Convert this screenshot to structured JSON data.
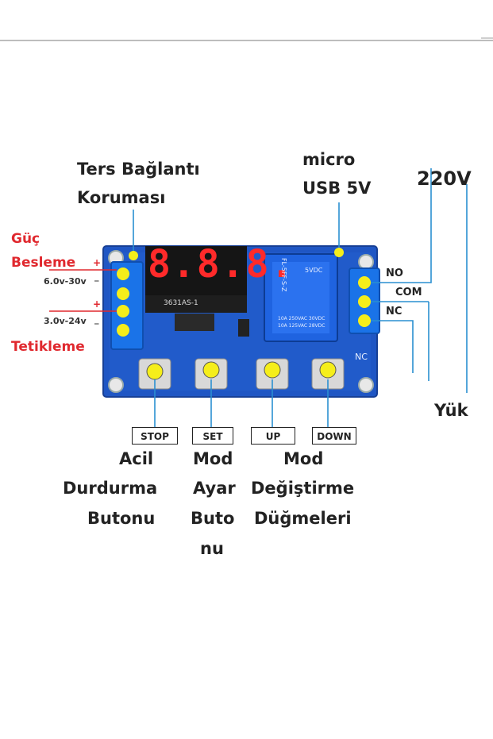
{
  "labels": {
    "ters_baglanti": "Ters Bağlantı",
    "korumasi": "Koruması",
    "micro": "micro",
    "usb5v": "USB 5V",
    "voltage": "220V",
    "guc": "Güç",
    "besleme": "Besleme",
    "range1": "6.0v-30v",
    "range2": "3.0v-24v",
    "tetikleme": "Tetikleme",
    "no": "NO",
    "com": "COM",
    "nc": "NC",
    "yuk": "Yük",
    "plus": "+",
    "minus": "_"
  },
  "buttons": {
    "stop": "STOP",
    "set": "SET",
    "up": "UP",
    "down": "DOWN"
  },
  "captions": {
    "acil": "Acil",
    "durdurma": "Durdurma",
    "butonu": "Butonu",
    "mod1": "Mod",
    "ayar": "Ayar",
    "buto": "Buto",
    "nu": "nu",
    "mod2": "Mod",
    "degistirme": "Değiştirme",
    "dugmeleri": "Düğmeleri"
  },
  "board": {
    "display": "8.8.8.",
    "display_part": "3631AS-1",
    "relay_model": "FL-5FF-S-Z",
    "relay_spec1": "10A 250VAC 30VDC",
    "relay_spec2": "10A 125VAC 28VDC",
    "relay_v": "5VDC",
    "nc_silk": "NC"
  },
  "colors": {
    "board": "#1f56c4",
    "board_dark": "#173f95",
    "terminal": "#1a73e8",
    "led_red": "#ff2a2a",
    "highlight": "#f5ee1a",
    "line": "#2a8fd0",
    "red_text": "#e0282e"
  }
}
